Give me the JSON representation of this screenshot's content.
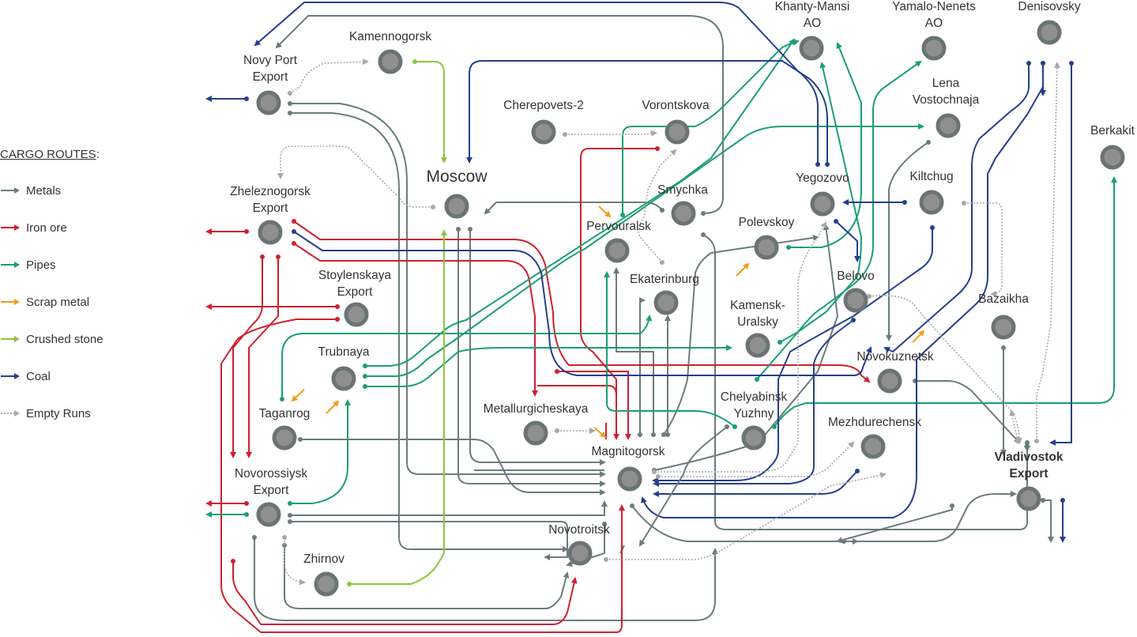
{
  "legend": {
    "title": "CARGO ROUTES",
    "items": [
      {
        "key": "metals",
        "label": "Metals",
        "color": "#6b7c7c",
        "dotted": false
      },
      {
        "key": "iron",
        "label": "Iron ore",
        "color": "#d0202e",
        "dotted": false
      },
      {
        "key": "pipes",
        "label": "Pipes",
        "color": "#1b9e77",
        "dotted": false
      },
      {
        "key": "scrap",
        "label": "Scrap metal",
        "color": "#f39c1f",
        "dotted": false
      },
      {
        "key": "stone",
        "label": "Crushed stone",
        "color": "#8dc63f",
        "dotted": false
      },
      {
        "key": "coal",
        "label": "Coal",
        "color": "#253f8e",
        "dotted": false
      },
      {
        "key": "empty",
        "label": "Empty Runs",
        "color": "#a8a8a8",
        "dotted": true
      }
    ]
  },
  "stations": [
    {
      "id": "kamennogorsk",
      "label": [
        "Kamennogorsk"
      ]
    },
    {
      "id": "novyport",
      "label": [
        "Novy Port",
        "Export"
      ]
    },
    {
      "id": "cherepovets",
      "label": [
        "Cherepovets-2"
      ]
    },
    {
      "id": "vorontskova",
      "label": [
        "Vorontskova"
      ]
    },
    {
      "id": "khanty",
      "label": [
        "Khanty-Mansi",
        "AO"
      ]
    },
    {
      "id": "yamalo",
      "label": [
        "Yamalo-Nenets",
        "AO"
      ]
    },
    {
      "id": "denisovsky",
      "label": [
        "Denisovsky"
      ]
    },
    {
      "id": "lena",
      "label": [
        "Lena",
        "Vostochnaja"
      ]
    },
    {
      "id": "berkakit",
      "label": [
        "Berkakit"
      ]
    },
    {
      "id": "moscow",
      "label": [
        "Moscow"
      ]
    },
    {
      "id": "smychka",
      "label": [
        "Smychka"
      ]
    },
    {
      "id": "yegozovo",
      "label": [
        "Yegozovo"
      ]
    },
    {
      "id": "kiltchug",
      "label": [
        "Kiltchug"
      ]
    },
    {
      "id": "zheleznogorsk",
      "label": [
        "Zheleznogorsk",
        "Export"
      ]
    },
    {
      "id": "pervouralsk",
      "label": [
        "Pervouralsk"
      ]
    },
    {
      "id": "polevskoy",
      "label": [
        "Polevskoy"
      ]
    },
    {
      "id": "stoylenskaya",
      "label": [
        "Stoylenskaya",
        "Export"
      ]
    },
    {
      "id": "ekaterinburg",
      "label": [
        "Ekaterinburg"
      ]
    },
    {
      "id": "belovo",
      "label": [
        "Belovo"
      ]
    },
    {
      "id": "bazaikha",
      "label": [
        "Bazaikha"
      ]
    },
    {
      "id": "kamensk",
      "label": [
        "Kamensk-",
        "Uralsky"
      ]
    },
    {
      "id": "trubnaya",
      "label": [
        "Trubnaya"
      ]
    },
    {
      "id": "novokuznetsk",
      "label": [
        "Novokuznetsk"
      ]
    },
    {
      "id": "taganrog",
      "label": [
        "Taganrog"
      ]
    },
    {
      "id": "metallurg",
      "label": [
        "Metallurgicheskaya"
      ]
    },
    {
      "id": "chelyabinsk",
      "label": [
        "Chelyabinsk",
        "Yuzhny"
      ]
    },
    {
      "id": "mezhdurechensk",
      "label": [
        "Mezhdurechensk"
      ]
    },
    {
      "id": "magnitogorsk",
      "label": [
        "Magnitogorsk"
      ]
    },
    {
      "id": "vladivostok",
      "label": [
        "Vladivostok",
        "Export"
      ]
    },
    {
      "id": "novorossiysk",
      "label": [
        "Novorossiysk",
        "Export"
      ]
    },
    {
      "id": "novotroitsk",
      "label": [
        "Novotroitsk"
      ]
    },
    {
      "id": "zhirnov",
      "label": [
        "Zhirnov"
      ]
    }
  ]
}
